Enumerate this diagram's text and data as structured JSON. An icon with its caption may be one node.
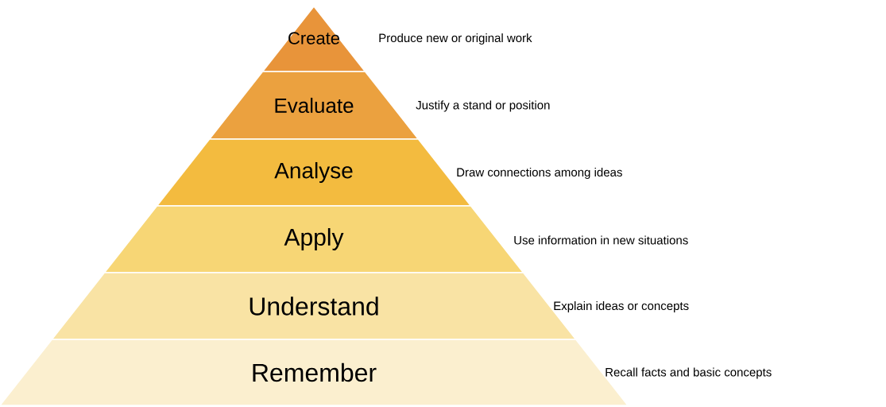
{
  "diagram": {
    "nodes": [
      {
        "text": [
          "Create"
        ],
        "beside": [
          "Produce new or original work"
        ]
      },
      {
        "text": [
          "Evaluate"
        ],
        "beside": [
          "Justify a stand or position"
        ]
      },
      {
        "text": [
          "Analyse"
        ],
        "beside": [
          "Draw connections among ideas"
        ]
      },
      {
        "text": [
          "Apply"
        ],
        "beside": [
          "Use information in new situations"
        ]
      },
      {
        "text": [
          "Understand"
        ],
        "beside": [
          "Explain ideas or concepts"
        ]
      },
      {
        "text": [
          "Remember"
        ],
        "beside": [
          "Recall facts and basic concepts"
        ]
      }
    ]
  }
}
